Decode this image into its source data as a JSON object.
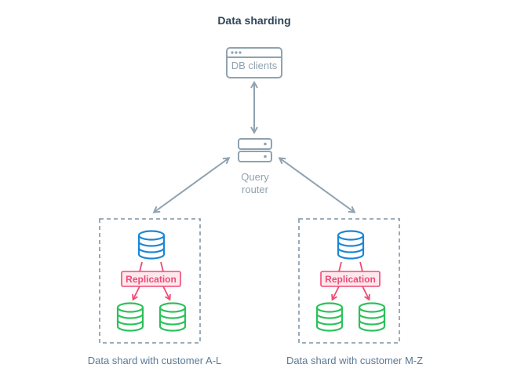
{
  "title": "Data sharding",
  "clients": {
    "label": "DB clients"
  },
  "router": {
    "label_line1": "Query",
    "label_line2": "router"
  },
  "shards": [
    {
      "replication_label": "Replication",
      "caption": "Data shard with customer A-L"
    },
    {
      "replication_label": "Replication",
      "caption": "Data shard with customer M-Z"
    }
  ],
  "colors": {
    "title": "#2f4457",
    "gray": "#8fa2b0",
    "caption": "#5b7a95",
    "primary_db": "#1a87d4",
    "replica_db": "#2cc15a",
    "replication": "#ee4b74",
    "replication_fill": "#fde8ee"
  }
}
